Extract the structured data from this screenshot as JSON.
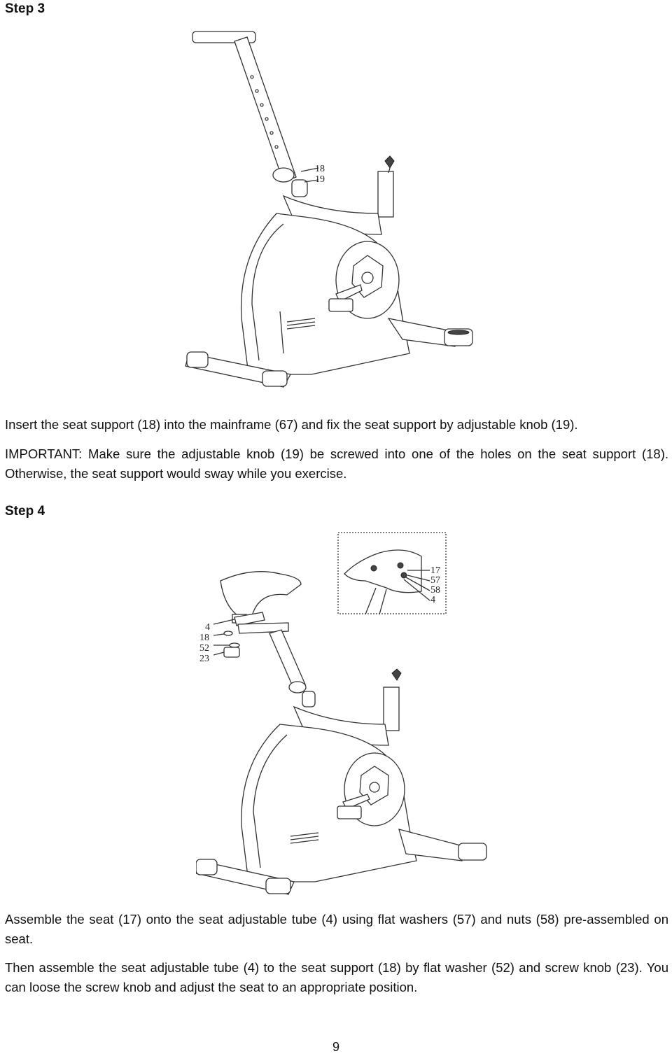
{
  "step3": {
    "heading": "Step 3",
    "callouts": [
      "18",
      "19"
    ],
    "para1": "Insert the seat support (18) into the mainframe (67) and fix the seat support by adjustable knob (19).",
    "para2": "IMPORTANT: Make sure the adjustable knob (19) be screwed into one of the holes on the seat support (18).  Otherwise, the seat support would sway while you exercise."
  },
  "step4": {
    "heading": "Step 4",
    "callouts_left": [
      "4",
      "18",
      "52",
      "23"
    ],
    "callouts_inset": [
      "17",
      "57",
      "58",
      "4"
    ],
    "para1": "Assemble the seat (17) onto the seat adjustable tube (4) using flat washers (57) and nuts (58) pre-assembled on seat.",
    "para2": "Then assemble the seat adjustable tube (4) to the seat support (18) by flat washer (52) and screw knob (23). You can loose the screw knob and adjust the seat to an appropriate position."
  },
  "footer": {
    "page_number": "9"
  }
}
